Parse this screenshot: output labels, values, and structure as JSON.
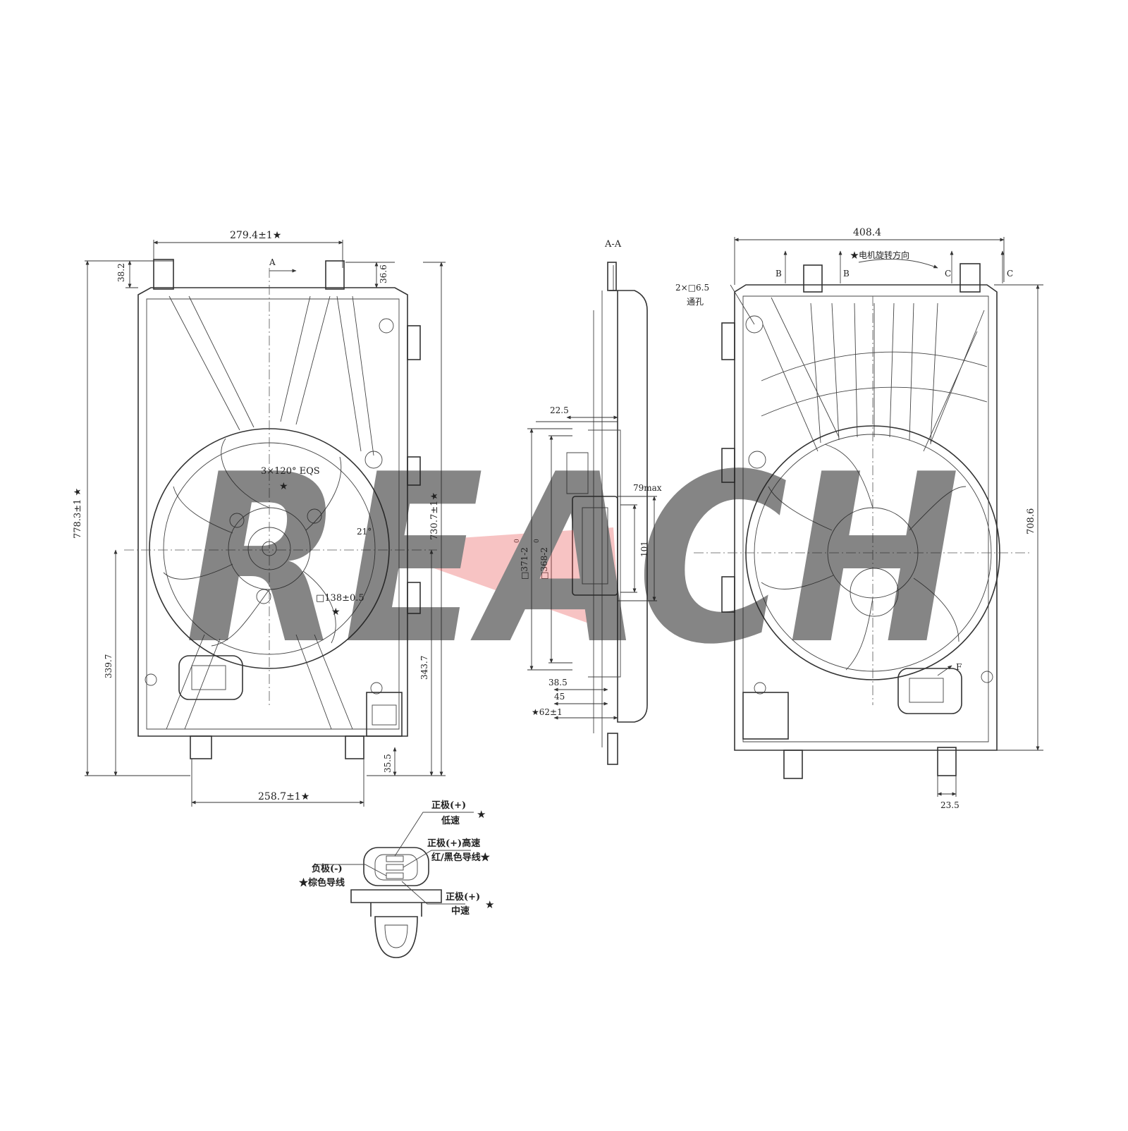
{
  "watermark": {
    "text": "REACH",
    "color": "#6f93c7",
    "accent": "#e63a3a"
  },
  "front_view": {
    "dim_top": "279.4±1★",
    "dim_top_left": "38.2",
    "dim_top_right": "36.6",
    "dim_left_total": "778.3±1 ★",
    "dim_left_lower": "339.7",
    "dim_right_total": "730.7±1★",
    "dim_right_lower": "343.7",
    "dim_bottom_right": "35.5",
    "dim_bottom": "258.7±1★",
    "bolt_pattern": "3×120° EQS",
    "hub_square": "□138±0.5",
    "angle": "21°",
    "section_mark": "A",
    "star": "★"
  },
  "section_view": {
    "title": "A-A",
    "dim_22_5": "22.5",
    "dim_79max": "79max",
    "dim_101": "101",
    "dim_371": "□371-2",
    "dim_368": "□368-2",
    "dim_371_tol_upper": "0",
    "dim_368_tol_upper": "0",
    "dim_38_5": "38.5",
    "dim_45": "45",
    "dim_62": "★62±1"
  },
  "rear_view": {
    "dim_top": "408.4",
    "rotation_note": "★电机旋转方向",
    "hole_note_1": "2×□6.5",
    "hole_note_2": "通孔",
    "dim_right": "708.6",
    "dim_bottom": "23.5",
    "label_b": "B",
    "label_c": "C",
    "label_f": "F"
  },
  "connector": {
    "pos_low_1": "正极(+)",
    "pos_low_2": "低速",
    "pos_high_1": "正极(+)高速",
    "pos_high_2": "红/黑色导线★",
    "neg_1": "负极(-)",
    "neg_2": "★棕色导线",
    "pos_mid_1": "正极(+)",
    "pos_mid_2": "中速",
    "star": "★"
  }
}
